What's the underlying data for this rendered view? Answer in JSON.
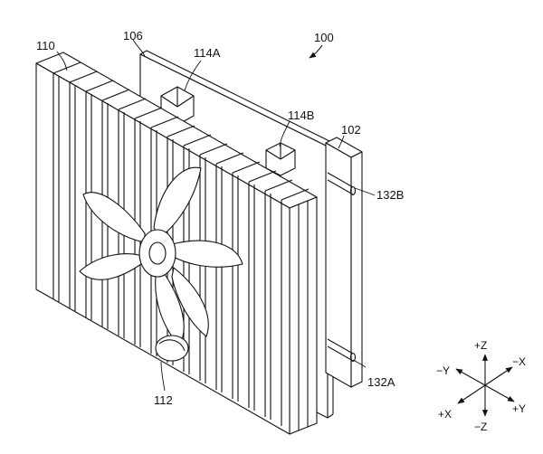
{
  "labels": {
    "assembly": "100",
    "board": "102",
    "plate": "106",
    "heatsink": "110",
    "fan": "112",
    "clip_a": "114A",
    "clip_b": "114B",
    "pin_a": "132A",
    "pin_b": "132B"
  },
  "axes": {
    "pos_z": "+Z",
    "neg_z": "−Z",
    "pos_x": "+X",
    "neg_x": "−X",
    "pos_y": "+Y",
    "neg_y": "−Y"
  },
  "colors": {
    "line": "#111111",
    "paper": "#ffffff"
  }
}
